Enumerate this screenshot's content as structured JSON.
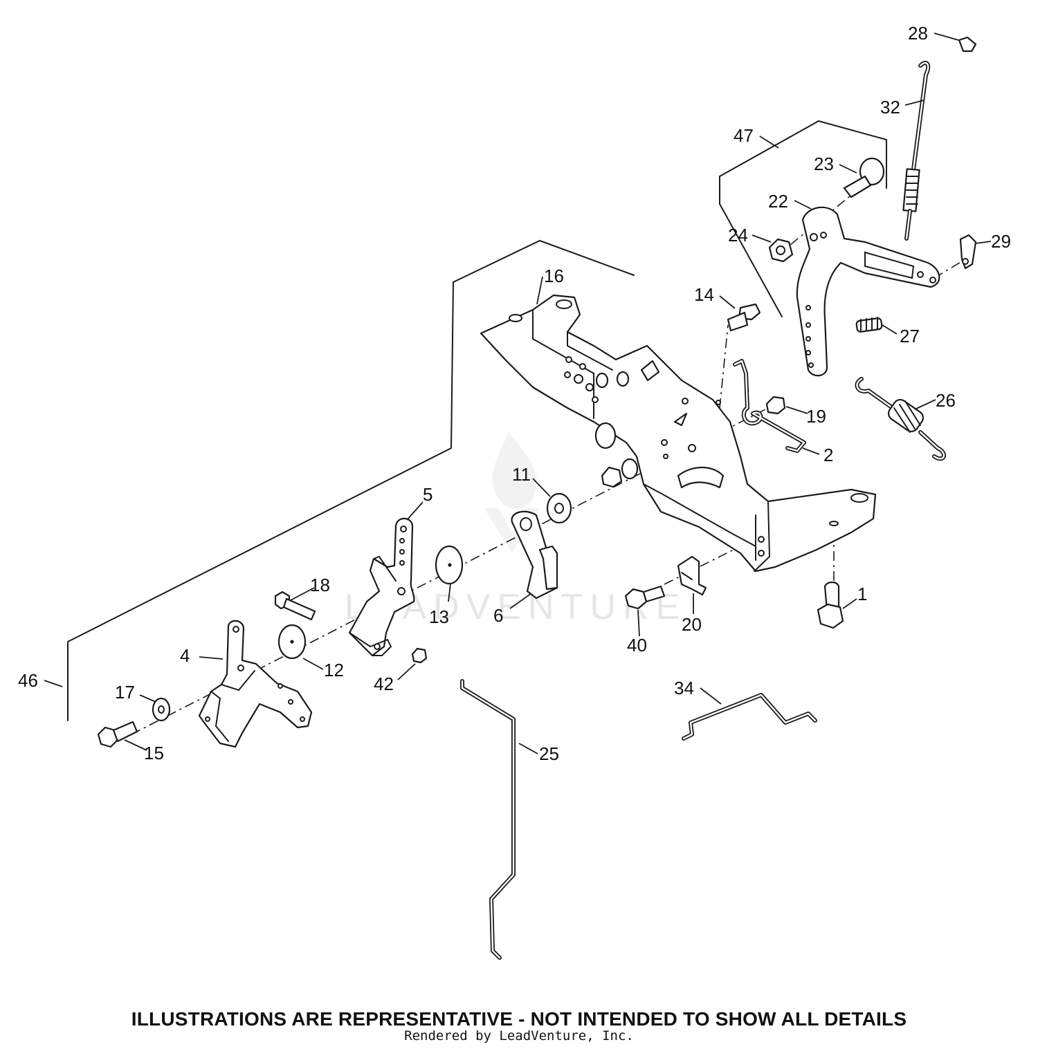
{
  "callouts": {
    "c1": "1",
    "c2": "2",
    "c4": "4",
    "c5": "5",
    "c6": "6",
    "c11": "11",
    "c12": "12",
    "c13": "13",
    "c14": "14",
    "c15": "15",
    "c16": "16",
    "c17": "17",
    "c18": "18",
    "c19": "19",
    "c20": "20",
    "c22": "22",
    "c23": "23",
    "c24": "24",
    "c25": "25",
    "c26": "26",
    "c27": "27",
    "c28": "28",
    "c29": "29",
    "c32": "32",
    "c34": "34",
    "c40": "40",
    "c42": "42",
    "c46": "46",
    "c47": "47"
  },
  "watermark": "LEADVENTURE",
  "footer": {
    "disclaimer": "ILLUSTRATIONS ARE REPRESENTATIVE - NOT INTENDED TO SHOW ALL DETAILS",
    "credit": "Rendered by LeadVenture, Inc."
  }
}
